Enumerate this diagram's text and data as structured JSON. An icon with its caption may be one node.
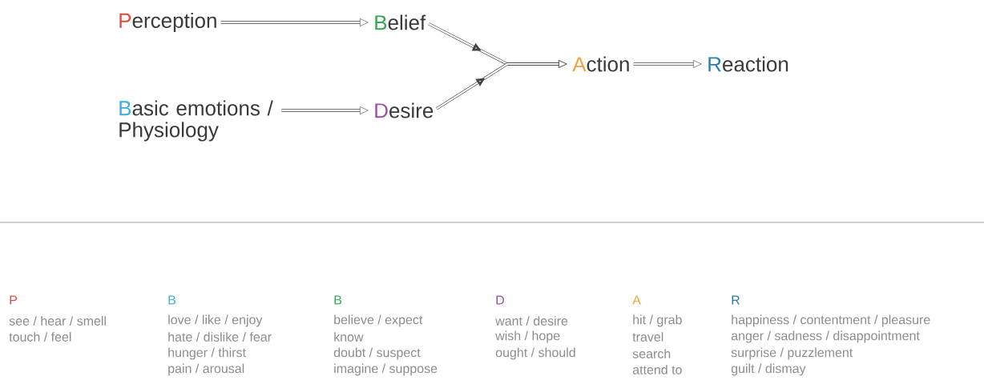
{
  "diagram": {
    "nodes": [
      {
        "text": [
          "Perception"
        ]
      },
      {
        "text": [
          "Belief"
        ]
      },
      {
        "text": [
          "Basic emotions / Physiology"
        ]
      },
      {
        "text": [
          "Desire"
        ]
      },
      {
        "text": [
          "Action"
        ]
      },
      {
        "text": [
          "Reaction"
        ]
      }
    ],
    "edges": [
      {
        "from": 0,
        "to": 1,
        "arrow": "to"
      },
      {
        "from": 2,
        "to": 3,
        "arrow": "to"
      },
      {
        "from": 1,
        "to": 4,
        "arrow": "to"
      },
      {
        "from": 3,
        "to": 4,
        "arrow": "to"
      },
      {
        "from": 4,
        "to": 5,
        "arrow": "to"
      }
    ],
    "labels": [
      "P",
      "B",
      "B",
      "D",
      "A",
      "R",
      "see / hear / smell",
      "love / like / enjoy",
      "believe / expect",
      "want / desire",
      "hit / grab",
      "happiness / contentment / pleasure",
      "touch / feel",
      "hate / dislike / fear",
      "know",
      "wish / hope",
      "travel",
      "anger / sadness / disappointment",
      "hunger / thirst",
      "doubt / suspect",
      "ought / should",
      "search",
      "surprise / puzzlement",
      "pain / arousal",
      "imagine / suppose",
      "attend to",
      "guilt / dismay"
    ]
  }
}
